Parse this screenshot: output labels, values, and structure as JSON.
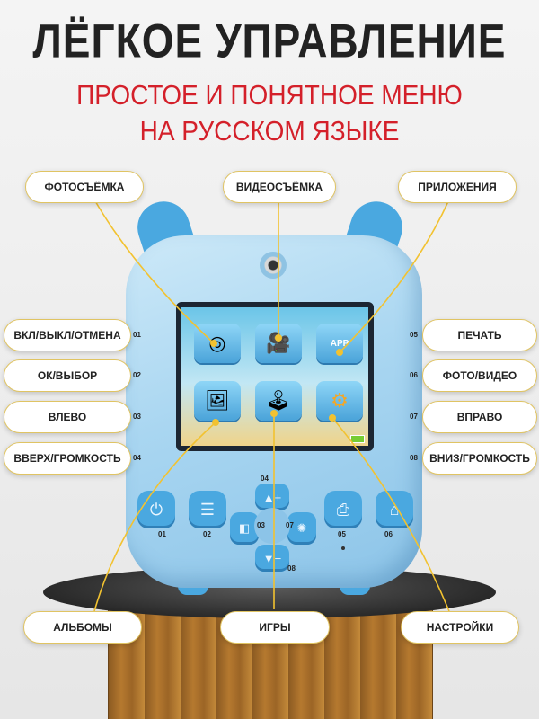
{
  "header": {
    "title": "ЛЁГКОЕ УПРАВЛЕНИЕ",
    "subtitle_line1": "ПРОСТОЕ И ПОНЯТНОЕ МЕНЮ",
    "subtitle_line2": "НА РУССКОМ ЯЗЫКЕ"
  },
  "top_labels": {
    "photo": "ФОТОСЪЁМКА",
    "video": "ВИДЕОСЪЁМКА",
    "apps": "ПРИЛОЖЕНИЯ"
  },
  "left_labels": [
    {
      "text": "ВКЛ/ВЫКЛ/ОТМЕНА",
      "num": "01"
    },
    {
      "text": "ОК/ВЫБОР",
      "num": "02"
    },
    {
      "text": "ВЛЕВО",
      "num": "03"
    },
    {
      "text": "ВВЕРХ/ГРОМКОСТЬ",
      "num": "04"
    }
  ],
  "right_labels": [
    {
      "text": "ПЕЧАТЬ",
      "num": "05"
    },
    {
      "text": "ФОТО/ВИДЕО",
      "num": "06"
    },
    {
      "text": "ВПРАВО",
      "num": "07"
    },
    {
      "text": "ВНИЗ/ГРОМКОСТЬ",
      "num": "08"
    }
  ],
  "bottom_labels": {
    "albums": "АЛЬБОМЫ",
    "games": "ИГРЫ",
    "settings": "НАСТРОЙКИ"
  },
  "screen": {
    "apps_tile_text": "APP"
  },
  "button_numbers": {
    "b01": "01",
    "b02": "02",
    "b03": "03",
    "b04": "04",
    "b05": "05",
    "b06": "06",
    "b07": "07",
    "b08": "08"
  },
  "colors": {
    "title": "#222222",
    "subtitle": "#d4202a",
    "device": "#4aa8e0",
    "leader": "#f2c230"
  }
}
